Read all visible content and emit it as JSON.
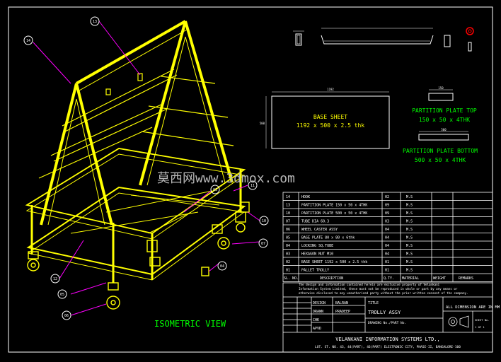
{
  "colors": {
    "background": "#000000",
    "structure": "#ffff00",
    "border": "#ffffff",
    "callout": "#ff00ff",
    "label_green": "#00ff00",
    "red": "#ff0000"
  },
  "watermark": "莫西网www.3dmox.com",
  "view_label": "ISOMETRIC VIEW",
  "base_sheet": {
    "title": "BASE SHEET",
    "size": "1192 x 500 x 2.5 thk",
    "dim_width": "1192",
    "dim_height": "500"
  },
  "partition_top": {
    "title": "PARTITION PLATE TOP",
    "size": "150 x 50 x 4THK",
    "dim": "150"
  },
  "partition_bottom": {
    "title": "PARTITION PLATE BOTTOM",
    "size": "500 x 50 x 4THK",
    "dim": "500"
  },
  "callouts": [
    "14",
    "13",
    "11",
    "10",
    "07",
    "04",
    "05",
    "06",
    "12",
    "03"
  ],
  "bom": {
    "rows": [
      {
        "no": "14",
        "desc": "HOOK",
        "qty": "02",
        "mat": "M.S"
      },
      {
        "no": "13",
        "desc": "PARTITION PLATE 150 x 50 x 4THK",
        "qty": "09",
        "mat": "M.S"
      },
      {
        "no": "10",
        "desc": "PARTITION PLATE 500 x 50 x 4THK",
        "qty": "09",
        "mat": "M.S"
      },
      {
        "no": "07",
        "desc": "TUBE DIA 60.3",
        "qty": "03",
        "mat": "M.S"
      },
      {
        "no": "06",
        "desc": "WHEEL CASTER ASSY",
        "qty": "04",
        "mat": "M.S"
      },
      {
        "no": "05",
        "desc": "BASE PLATE 80 x 80 x 6thk",
        "qty": "04",
        "mat": "M.S"
      },
      {
        "no": "04",
        "desc": "LOCKING SQ.TUBE",
        "qty": "04",
        "mat": "M.S"
      },
      {
        "no": "03",
        "desc": "HEXAGON NUT M10",
        "qty": "04",
        "mat": "M.S"
      },
      {
        "no": "02",
        "desc": "BASE SHEET 1192 x 500 x 2.5 thk",
        "qty": "01",
        "mat": "M.S"
      },
      {
        "no": "01",
        "desc": "PALLET TROLLY",
        "qty": "01",
        "mat": "M.S"
      }
    ],
    "header": {
      "no": "SL. NO.",
      "desc": "DESCRIPTION",
      "qty": "Q.TY.",
      "mat": "MATERIAL",
      "weight": "WEIGHT",
      "remarks": "REMARKS"
    }
  },
  "notice": [
    "The design and information contained herein are exclusive property of Velankani",
    "Information System Limited, these must not be reproduced in whole or part by any means or",
    "otherwise disclosed to any unauthorized party without the prior written consent of the company."
  ],
  "title_block": {
    "design_label": "DESIGN",
    "design_name": "BALRAN",
    "drawn_label": "DRAWN",
    "drawn_name": "PRADEEP",
    "chk_label": "CHK",
    "apvd_label": "APVD",
    "title_label": "TITLE",
    "title": "TROLLY ASSY",
    "drawing_no_label": "DRAWING No./PART No.",
    "dims_note": "ALL DIMENSION ARE IN MM",
    "sheet_label": "SHEET No.",
    "sheet_value": "1 OF 1",
    "company": "VELANKANI INFORMATION SYSTEMS LTD.,",
    "address": "LOT. ST. NO. 43, 44(PART), 46(PART) ELECTRONIC CITY, PHASE-II, BANGALORE-100"
  }
}
